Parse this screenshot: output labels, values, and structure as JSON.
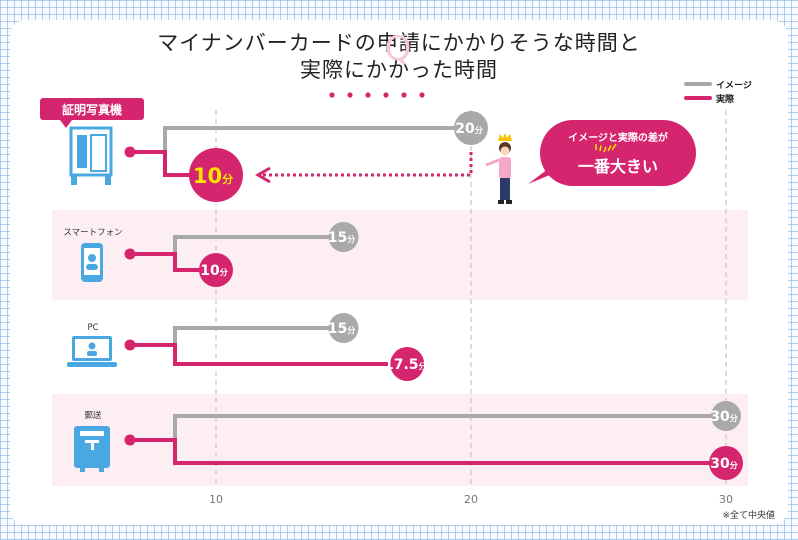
{
  "title": "マイナンバーカードの申請にかかりそうな時間と\n実際にかかった時間",
  "legend": [
    {
      "name": "イメージ",
      "color": "#a9a9a9"
    },
    {
      "name": "実際",
      "color": "#d6256f"
    }
  ],
  "callout": {
    "line1": "イメージと実際の差が",
    "line2": "一番大きい"
  },
  "footnote": "※全て中央値",
  "colors": {
    "image": "#a9a9a9",
    "actual": "#d6256f",
    "band": "#fdeef4",
    "icon": "#49a8e1",
    "highlight": "#ffe400"
  },
  "chart_data": {
    "type": "bar",
    "xaxis": {
      "ticks": [
        10,
        20,
        30
      ],
      "min": 0,
      "max": 30
    },
    "categories": [
      "証明写真機",
      "スマートフォン",
      "PC",
      "郵送"
    ],
    "series": [
      {
        "name": "イメージ",
        "values": [
          20,
          15,
          15,
          30
        ],
        "labels": [
          "20分",
          "15分",
          "15分",
          "30分"
        ]
      },
      {
        "name": "実際",
        "values": [
          10,
          10,
          17.5,
          30
        ],
        "labels": [
          "10分",
          "10分",
          "17.5分",
          "30分"
        ]
      }
    ]
  }
}
